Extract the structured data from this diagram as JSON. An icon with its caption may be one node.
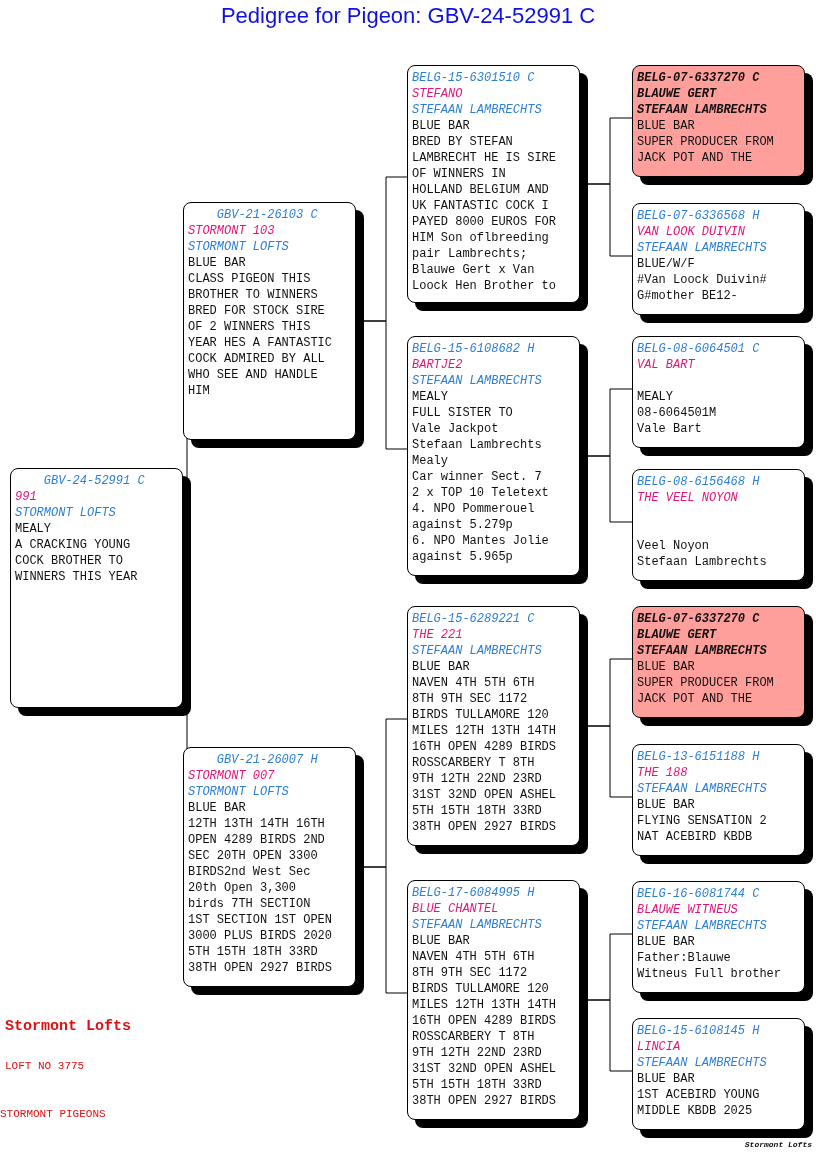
{
  "diagram": {
    "title": "Pedigree for Pigeon: GBV-24-52991 C",
    "nodes": [
      {
        "text": [
          "GBV-24-52991 C",
          "991",
          "STORMONT LOFTS",
          "MEALY",
          "A CRACKING YOUNG COCK BROTHER TO WINNERS THIS YEAR"
        ]
      },
      {
        "text": [
          "GBV-21-26103 C",
          "STORMONT 103",
          "STORMONT LOFTS",
          "BLUE BAR",
          "CLASS PIGEON THIS BROTHER TO WINNERS BRED FOR STOCK SIRE OF 2 WINNERS THIS YEAR HES A FANTASTIC COCK ADMIRED BY ALL WHO SEE AND HANDLE HIM"
        ]
      },
      {
        "text": [
          "GBV-21-26007 H",
          "STORMONT 007",
          "STORMONT LOFTS",
          "BLUE BAR",
          "12TH 13TH 14TH 16TH OPEN 4289 BIRDS 2ND SEC 20TH OPEN 3300 BIRDS2nd West Sec 20th Open 3,300 birds 7TH SECTION 1ST SECTION 1ST OPEN 3000 PLUS BIRDS 2020 5TH 15TH 18TH 33RD 38TH OPEN 2927 BIRDS"
        ]
      },
      {
        "text": [
          "BELG-15-6301510 C",
          "STEFANO",
          "STEFAAN LAMBRECHTS",
          "BLUE BAR",
          "BRED BY STEFAN LAMBRECHT HE IS SIRE OF WINNERS IN HOLLAND BELGIUM AND UK FANTASTIC COCK I PAYED 8000 EUROS FOR HIM Son oflbreeding pair Lambrechts; Blauwe Gert x Van Loock Hen Brother to"
        ]
      },
      {
        "text": [
          "BELG-15-6108682 H",
          "BARTJE2",
          "STEFAAN LAMBRECHTS",
          "MEALY",
          "FULL SISTER TO",
          "Vale Jackpot",
          "Stefaan Lambrechts",
          "Mealy",
          "Car winner Sect. 7",
          "2 x TOP 10 Teletext",
          "4. NPO Pommerouel against 5.279p",
          "6. NPO Mantes Jolie against 5.965p"
        ]
      },
      {
        "text": [
          "BELG-15-6289221 C",
          "THE 221",
          "STEFAAN LAMBRECHTS",
          "BLUE BAR",
          "NAVEN 4TH 5TH 6TH 8TH 9TH SEC 1172 BIRDS TULLAMORE 120 MILES 12TH 13TH 14TH 16TH OPEN 4289 BIRDS ROSSCARBERY T 8TH 9TH 12TH 22ND 23RD 31ST 32ND OPEN ASHEL 5TH 15TH 18TH 33RD 38TH OPEN 2927 BIRDS"
        ]
      },
      {
        "text": [
          "BELG-17-6084995 H",
          "BLUE CHANTEL",
          "STEFAAN LAMBRECHTS",
          "BLUE BAR",
          "NAVEN 4TH 5TH 6TH 8TH 9TH SEC 1172 BIRDS TULLAMORE 120 MILES 12TH 13TH 14TH 16TH OPEN 4289 BIRDS ROSSCARBERY T 8TH 9TH 12TH 22ND 23RD 31ST 32ND OPEN ASHEL 5TH 15TH 18TH 33RD 38TH OPEN 2927 BIRDS"
        ]
      },
      {
        "text": [
          "BELG-07-6337270 C",
          "BLAUWE GERT",
          "STEFAAN LAMBRECHTS",
          "BLUE BAR",
          "SUPER PRODUCER FROM JACK POT AND THE"
        ]
      },
      {
        "text": [
          "BELG-07-6336568 H",
          "VAN LOOK DUIVIN",
          "STEFAAN LAMBRECHTS",
          "BLUE/W/F",
          "#Van Loock Duivin#",
          "G#mother BE12-"
        ]
      },
      {
        "text": [
          "BELG-08-6064501 C",
          "VAL BART",
          "MEALY",
          "08-6064501M",
          "Vale Bart"
        ]
      },
      {
        "text": [
          "BELG-08-6156468 H",
          "THE VEEL NOYON",
          "Veel Noyon",
          "Stefaan Lambrechts"
        ]
      },
      {
        "text": [
          "BELG-07-6337270 C",
          "BLAUWE GERT",
          "STEFAAN LAMBRECHTS",
          "BLUE BAR",
          "SUPER PRODUCER FROM JACK POT AND THE"
        ]
      },
      {
        "text": [
          "BELG-13-6151188 H",
          "THE 188",
          "STEFAAN LAMBRECHTS",
          "BLUE BAR",
          "FLYING SENSATION 2 NAT ACEBIRD KBDB"
        ]
      },
      {
        "text": [
          "BELG-16-6081744 C",
          "BLAUWE WITNEUS",
          "STEFAAN LAMBRECHTS",
          "BLUE BAR",
          "Father:Blauwe Witneus Full brother"
        ]
      },
      {
        "text": [
          "BELG-15-6108145 H",
          "LINCIA",
          "STEFAAN LAMBRECHTS",
          "BLUE BAR",
          "1ST ACEBIRD YOUNG MIDDLE KBDB 2025"
        ]
      }
    ],
    "edges": [
      {
        "from": 0,
        "to": 1,
        "arrow": "none"
      },
      {
        "from": 0,
        "to": 2,
        "arrow": "none"
      },
      {
        "from": 1,
        "to": 3,
        "arrow": "none"
      },
      {
        "from": 1,
        "to": 4,
        "arrow": "none"
      },
      {
        "from": 2,
        "to": 5,
        "arrow": "none"
      },
      {
        "from": 2,
        "to": 6,
        "arrow": "none"
      },
      {
        "from": 3,
        "to": 7,
        "arrow": "none"
      },
      {
        "from": 3,
        "to": 8,
        "arrow": "none"
      },
      {
        "from": 4,
        "to": 9,
        "arrow": "none"
      },
      {
        "from": 4,
        "to": 10,
        "arrow": "none"
      },
      {
        "from": 5,
        "to": 11,
        "arrow": "none"
      },
      {
        "from": 5,
        "to": 12,
        "arrow": "none"
      },
      {
        "from": 6,
        "to": 13,
        "arrow": "none"
      },
      {
        "from": 6,
        "to": 14,
        "arrow": "none"
      }
    ],
    "labels": [
      "Stormont Lofts",
      "LOFT NO 3775",
      "STORMONT PIGEONS",
      "Stormont Lofts"
    ]
  }
}
